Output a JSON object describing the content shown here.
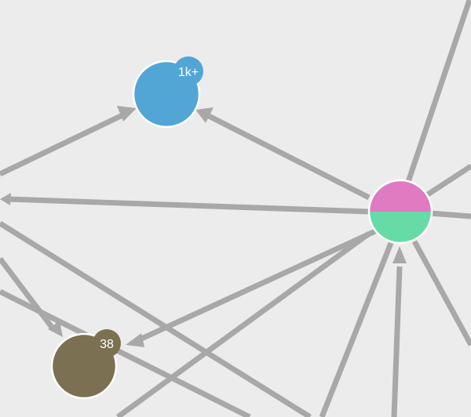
{
  "graph": {
    "colors": {
      "background": "#ececec",
      "edge": "#a8a8a8",
      "node_stroke": "#ffffff"
    },
    "nodes": [
      {
        "id": "blue-node",
        "fill": "#52a6d6",
        "badge": "1k+",
        "badge_fill": "#52a6d6"
      },
      {
        "id": "olive-node",
        "fill": "#7b7152",
        "badge": "38",
        "badge_fill": "#7b7152"
      },
      {
        "id": "split-node",
        "fill_top": "#e07ac1",
        "fill_bottom": "#66dba6"
      }
    ]
  }
}
